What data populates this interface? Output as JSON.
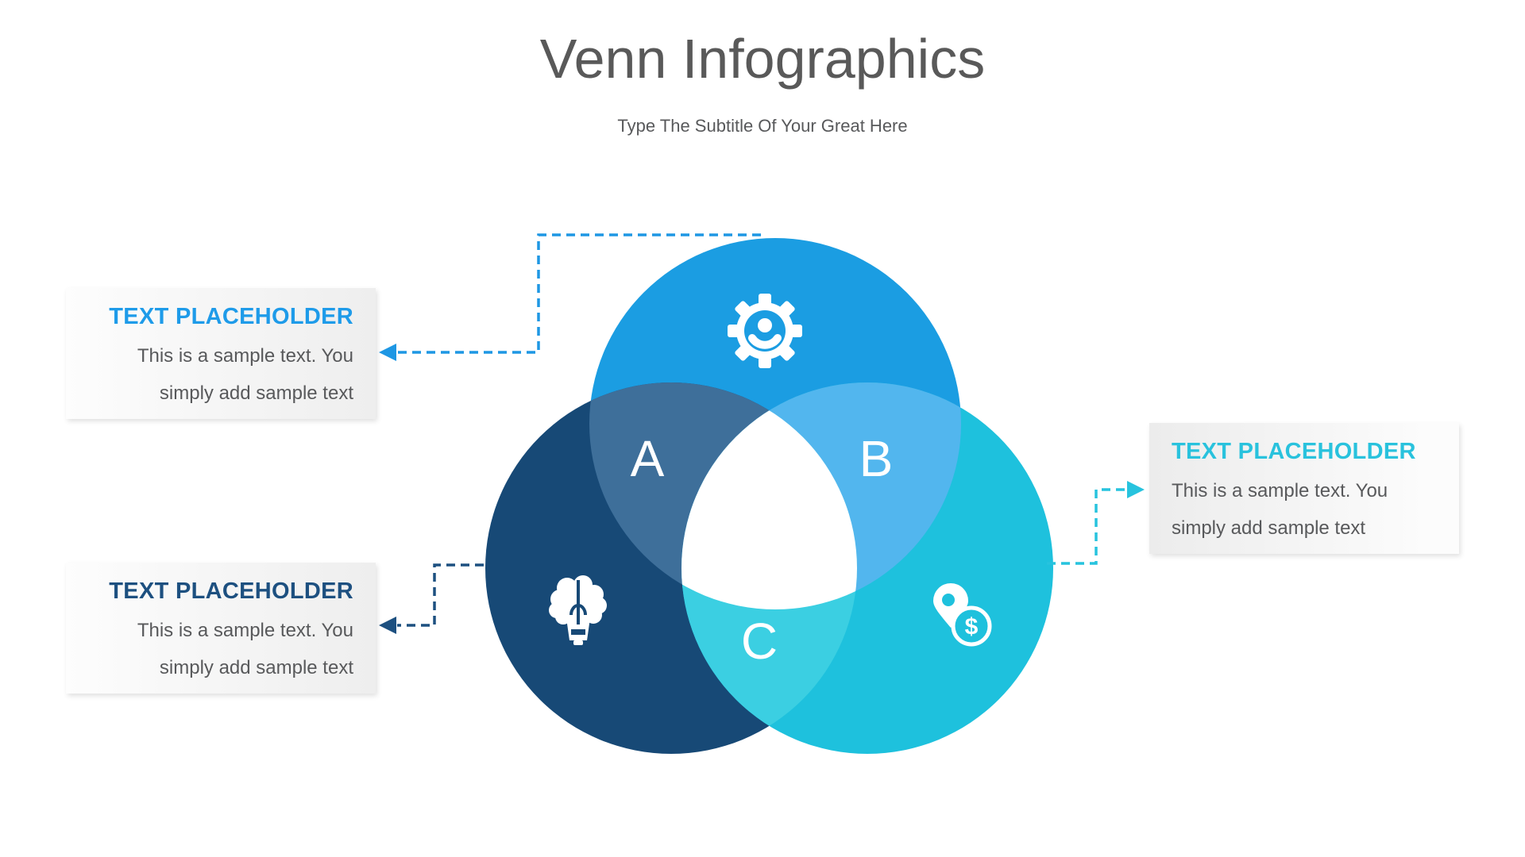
{
  "header": {
    "title": "Venn Infographics",
    "subtitle": "Type The Subtitle Of Your Great Here"
  },
  "venn": {
    "circles": {
      "top": {
        "icon": "gear-user-icon",
        "color": "#1b9de2"
      },
      "left": {
        "icon": "brain-idea-icon",
        "color": "#174976"
      },
      "right": {
        "icon": "money-location-icon",
        "color": "#1ec1dd"
      }
    },
    "overlaps": {
      "top_left": {
        "label": "A",
        "color": "#3e6f9a"
      },
      "top_right": {
        "label": "B",
        "color": "#52b6ee"
      },
      "left_right": {
        "label": "C",
        "color": "#3bcfe2"
      },
      "center_color": "#ffffff"
    },
    "money_symbol": "$"
  },
  "callouts": [
    {
      "position": "top-left",
      "heading": "TEXT PLACEHOLDER",
      "lines": [
        "This is a sample text. You",
        "simply add sample text"
      ],
      "accent": "#1e9be9",
      "connector_color": "#1e97e4"
    },
    {
      "position": "bottom-left",
      "heading": "TEXT PLACEHOLDER",
      "lines": [
        "This is a sample text. You",
        "simply add sample text"
      ],
      "accent": "#1d5080",
      "connector_color": "#1d5080"
    },
    {
      "position": "right",
      "heading": "TEXT PLACEHOLDER",
      "lines": [
        "This is a sample text. You",
        "simply add sample text"
      ],
      "accent": "#29c2dd",
      "connector_color": "#27c3de"
    }
  ]
}
